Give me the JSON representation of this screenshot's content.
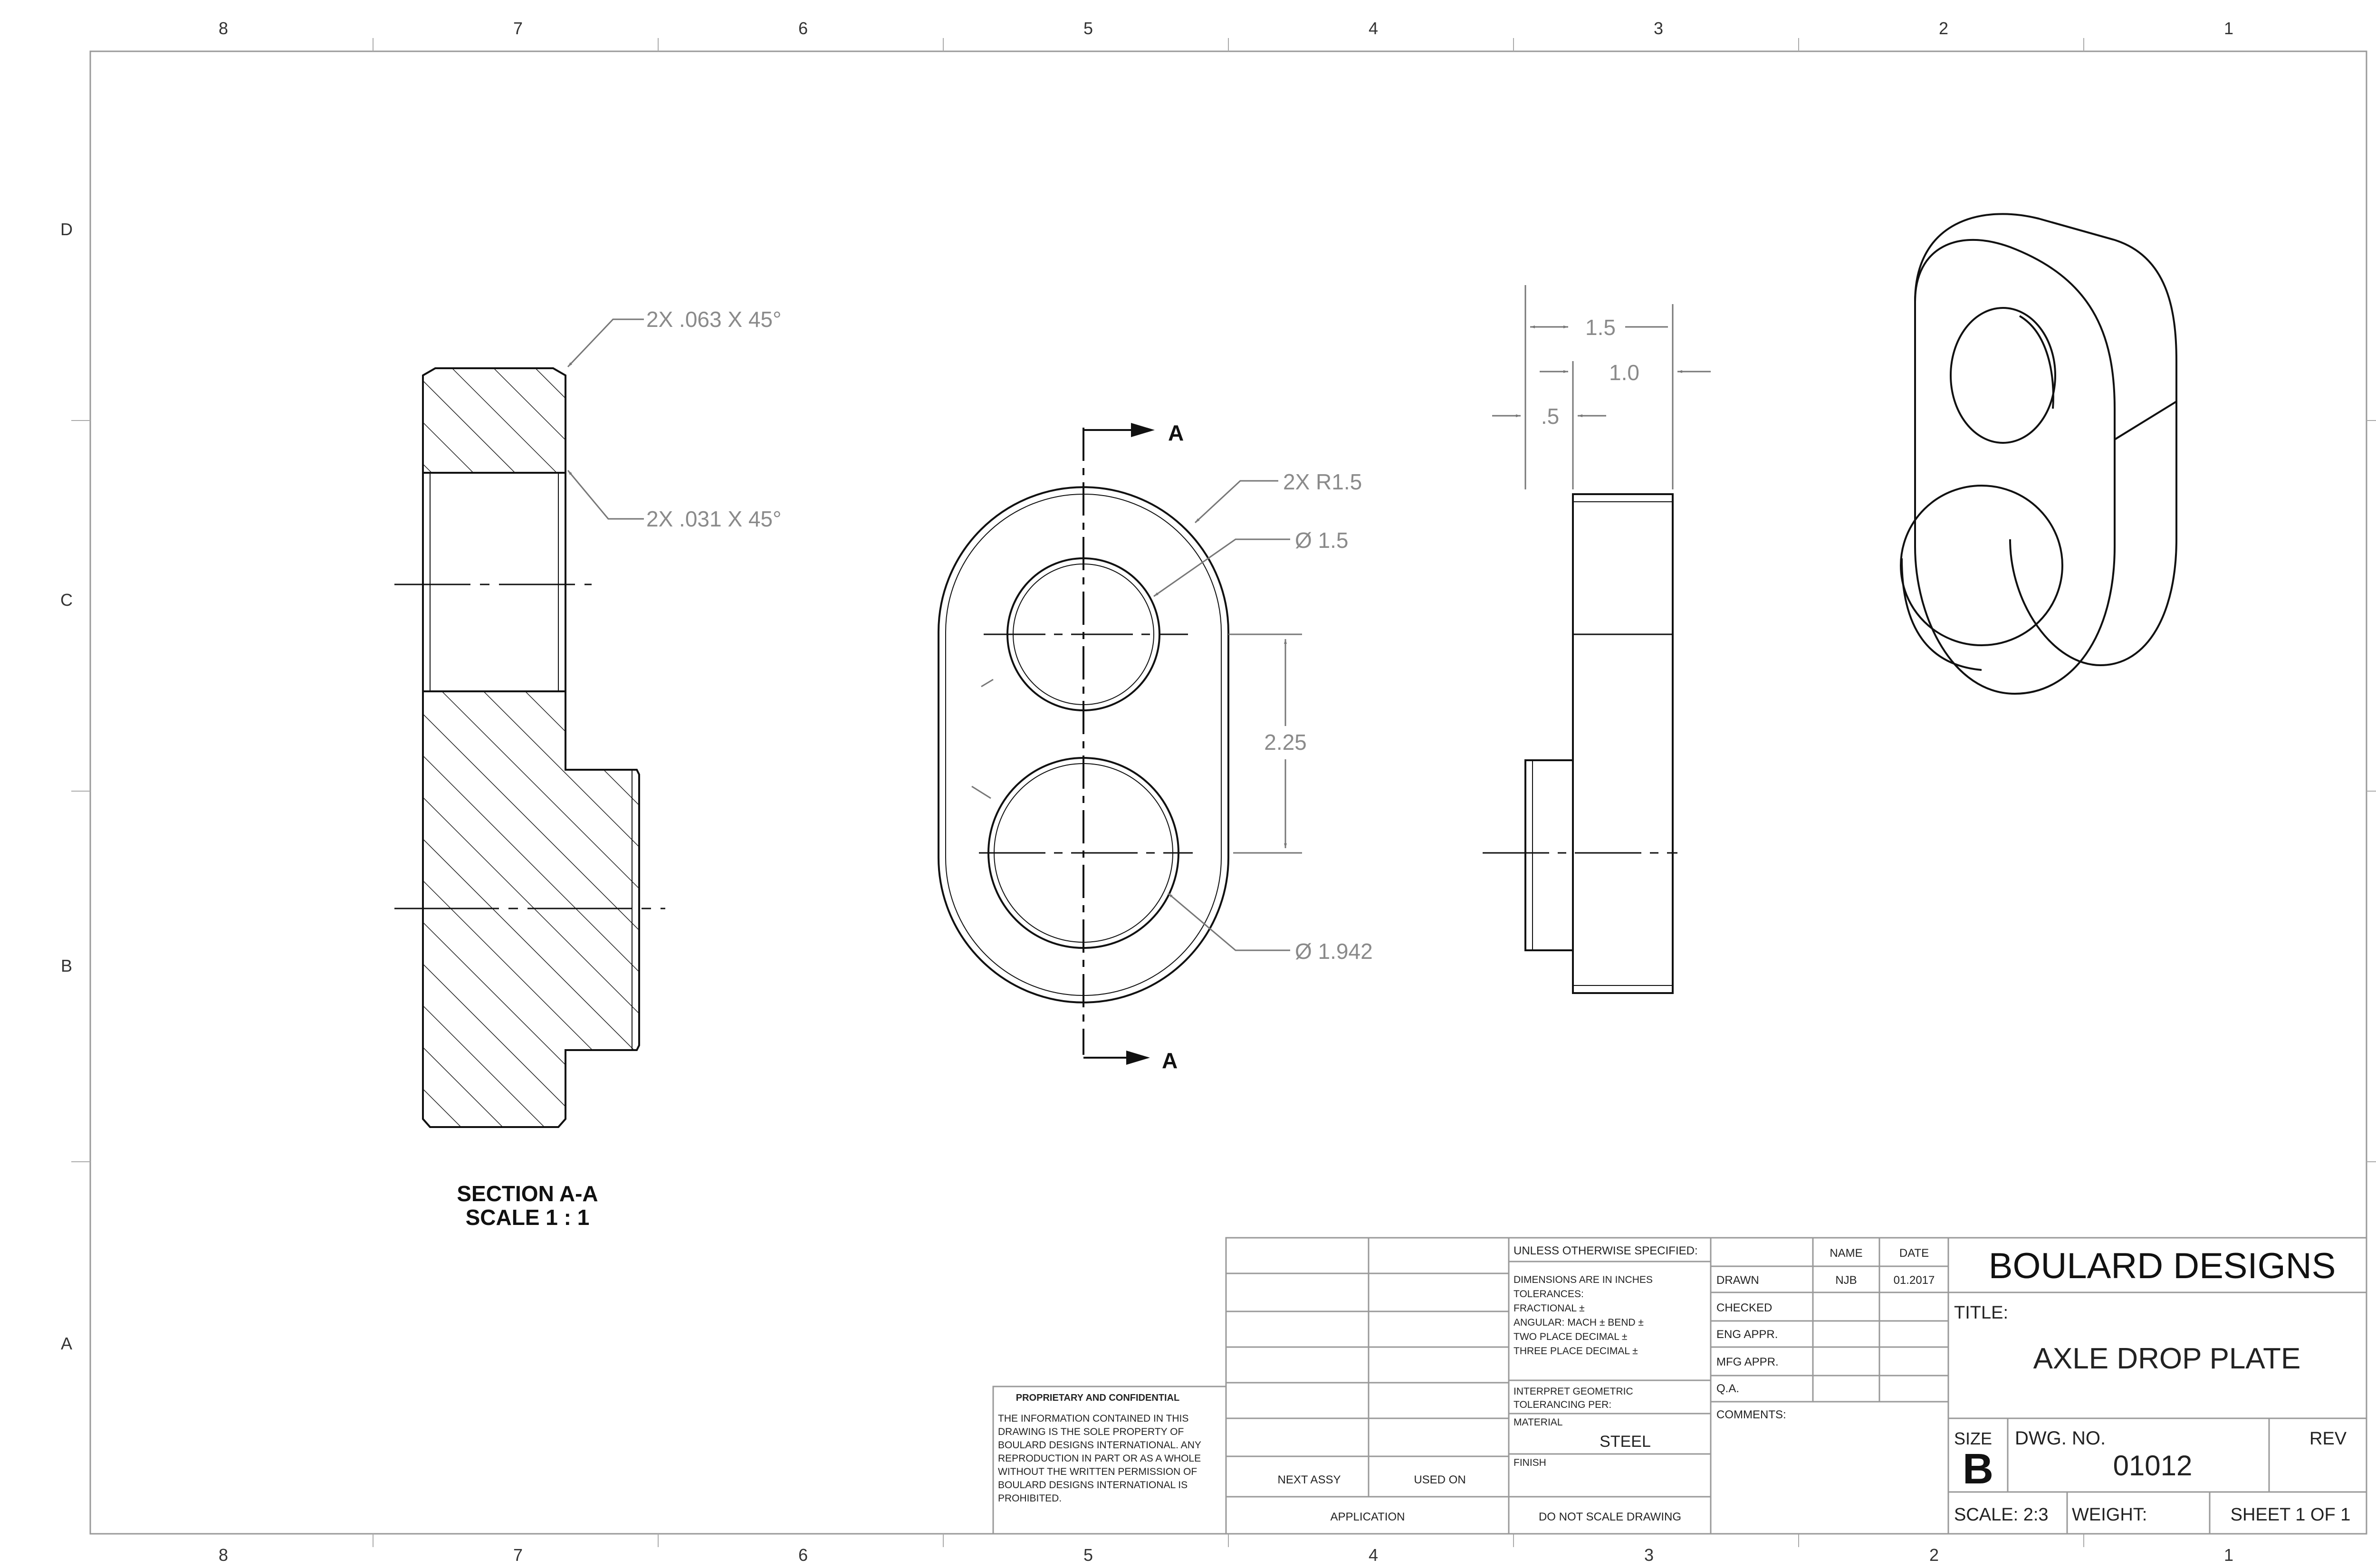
{
  "zones": {
    "columns": [
      "8",
      "7",
      "6",
      "5",
      "4",
      "3",
      "2",
      "1"
    ],
    "rows": [
      "D",
      "C",
      "B",
      "A"
    ]
  },
  "section_view": {
    "chamfer_outer": "2X .063 X 45°",
    "chamfer_inner": "2X .031 X 45°",
    "title": "SECTION A-A",
    "scale": "SCALE 1 : 1"
  },
  "front_view": {
    "cut_label_top": "A",
    "cut_label_bottom": "A",
    "radius": "2X R1.5",
    "small_hole": "Ø 1.5",
    "center_distance": "2.25",
    "large_hole": "Ø 1.942"
  },
  "side_view": {
    "overall": "1.5",
    "plate": "1.0",
    "boss": ".5"
  },
  "title_block": {
    "company": "BOULARD DESIGNS",
    "title_label": "TITLE:",
    "title": "AXLE DROP PLATE",
    "size_label": "SIZE",
    "size": "B",
    "dwg_no_label": "DWG.  NO.",
    "dwg_no": "01012",
    "rev_label": "REV",
    "scale": "SCALE: 2:3",
    "weight": "WEIGHT:",
    "sheet": "SHEET 1 OF 1",
    "unless": "UNLESS OTHERWISE SPECIFIED:",
    "dims_lines": [
      "DIMENSIONS ARE IN INCHES",
      "TOLERANCES:",
      "FRACTIONAL ±",
      "ANGULAR: MACH ±    BEND ±",
      "TWO PLACE DECIMAL    ±",
      "THREE PLACE DECIMAL   ±"
    ],
    "interpret_lines": [
      "INTERPRET GEOMETRIC",
      "TOLERANCING PER:"
    ],
    "material_label": "MATERIAL",
    "material": "STEEL",
    "finish_label": "FINISH",
    "do_not_scale": "DO NOT SCALE DRAWING",
    "name_header": "NAME",
    "date_header": "DATE",
    "drawn_label": "DRAWN",
    "drawn_name": "NJB",
    "drawn_date": "01.2017",
    "checked_label": "CHECKED",
    "eng_label": "ENG APPR.",
    "mfg_label": "MFG APPR.",
    "qa_label": "Q.A.",
    "comments_label": "COMMENTS:",
    "next_assy": "NEXT ASSY",
    "used_on": "USED ON",
    "application": "APPLICATION",
    "proprietary_title": "PROPRIETARY AND CONFIDENTIAL",
    "proprietary_lines": [
      "THE INFORMATION CONTAINED IN THIS",
      "DRAWING IS THE SOLE PROPERTY OF",
      "BOULARD DESIGNS INTERNATIONAL. ANY",
      "REPRODUCTION IN PART OR AS A WHOLE",
      "WITHOUT THE WRITTEN PERMISSION OF",
      "BOULARD DESIGNS INTERNATIONAL IS",
      "PROHIBITED."
    ]
  }
}
